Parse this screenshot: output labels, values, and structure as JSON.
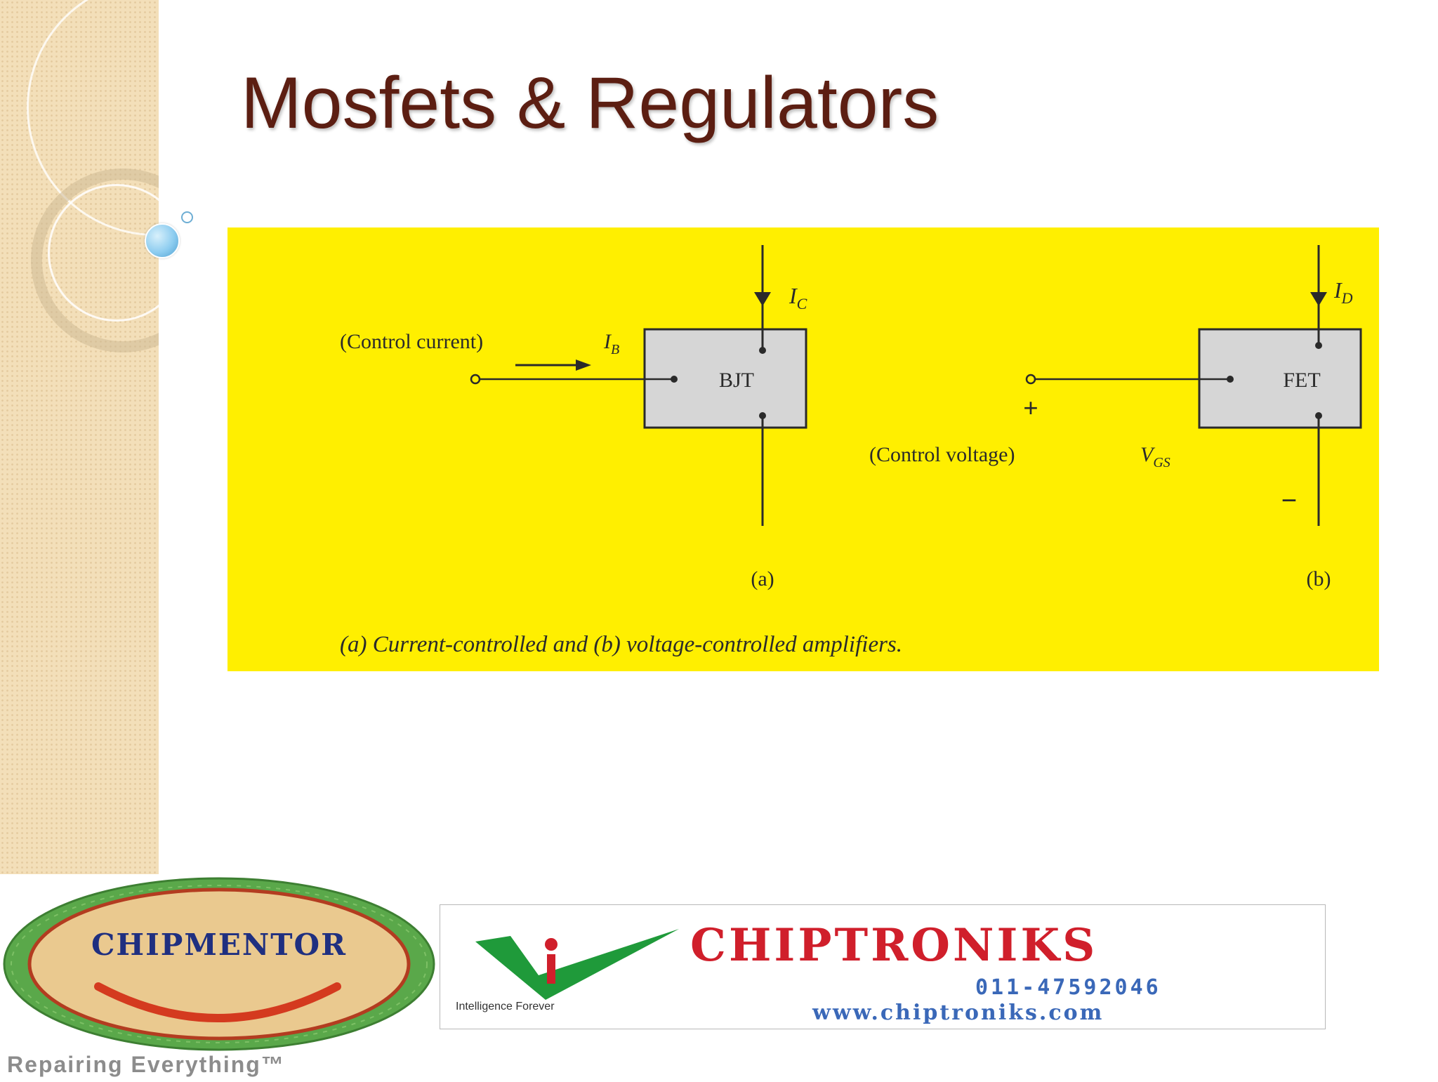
{
  "slide": {
    "title": "Mosfets & Regulators"
  },
  "figure": {
    "bjt_box": "BJT",
    "fet_box": "FET",
    "control_current": "(Control current)",
    "ib": "I",
    "ib_sub": "B",
    "ic": "I",
    "ic_sub": "C",
    "id": "I",
    "id_sub": "D",
    "control_voltage": "(Control voltage)",
    "vgs": "V",
    "vgs_sub": "GS",
    "plus": "+",
    "minus": "−",
    "label_a": "(a)",
    "label_b": "(b)",
    "caption": "(a) Current-controlled and (b) voltage-controlled amplifiers.",
    "colors": {
      "background": "#ffef00",
      "box": "#d6d6d6",
      "line": "#2a2a2a"
    }
  },
  "logos": {
    "chipmentor": {
      "name": "CHIPMENTOR",
      "tagline": "Repairing Everything™"
    },
    "chiptroniks": {
      "name": "CHIPTRONIKS",
      "tagline": "Intelligence Forever",
      "phone": "011-47592046",
      "website": "www.chiptroniks.com"
    }
  },
  "theme": {
    "title_color": "#5c1e12",
    "sidebar_color": "#f3dfb9",
    "brand_red": "#d01f2b",
    "brand_blue": "#3a68b8",
    "brand_green": "#1f9a3a"
  }
}
